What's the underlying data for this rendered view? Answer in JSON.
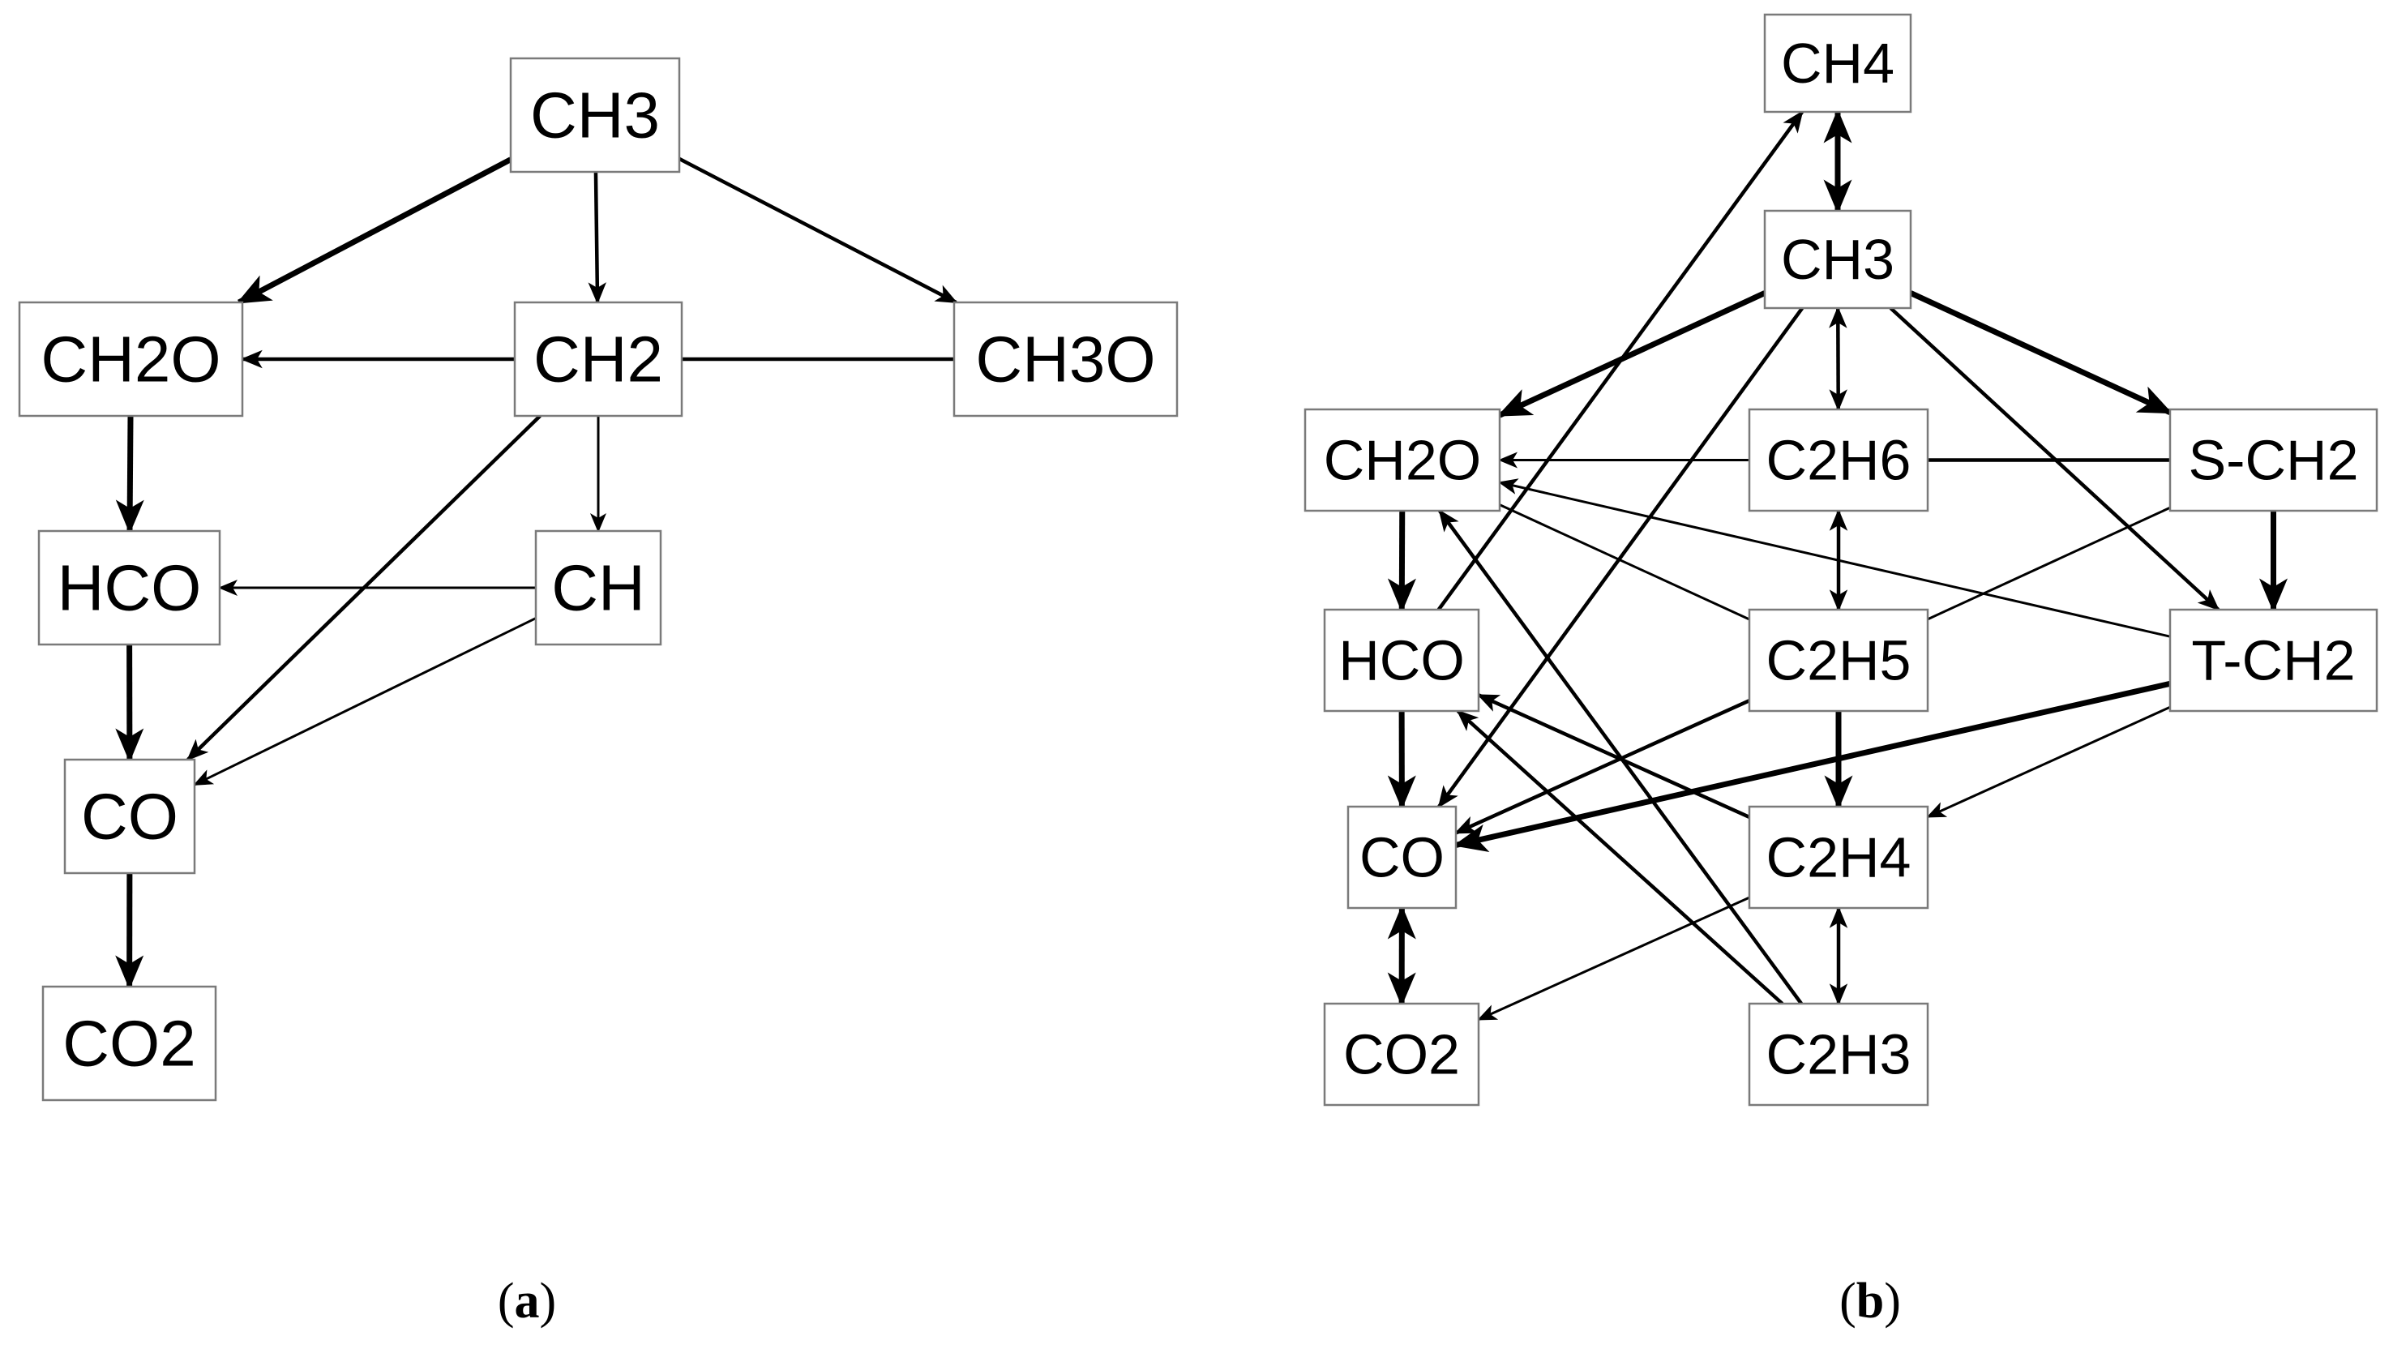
{
  "diagram_a": {
    "caption_letter": "a",
    "nodes": [
      {
        "id": "a_CH3",
        "label": "CH3"
      },
      {
        "id": "a_CH2O",
        "label": "CH2O"
      },
      {
        "id": "a_CH2",
        "label": "CH2"
      },
      {
        "id": "a_CH3O",
        "label": "CH3O"
      },
      {
        "id": "a_HCO",
        "label": "HCO"
      },
      {
        "id": "a_CH",
        "label": "CH"
      },
      {
        "id": "a_CO",
        "label": "CO"
      },
      {
        "id": "a_CO2",
        "label": "CO2"
      }
    ],
    "edges": [
      {
        "from": "a_CH3",
        "to": "a_CH2O",
        "weight": "heavy"
      },
      {
        "from": "a_CH3",
        "to": "a_CH2",
        "weight": "medium"
      },
      {
        "from": "a_CH3",
        "to": "a_CH3O",
        "weight": "medium"
      },
      {
        "from": "a_CH2",
        "to": "a_CH2O",
        "weight": "medium"
      },
      {
        "from": "a_CH3O",
        "to": "a_CH2",
        "weight": "medium",
        "arrow": false
      },
      {
        "from": "a_CH2",
        "to": "a_CH",
        "weight": "thin"
      },
      {
        "from": "a_CH2",
        "to": "a_CO",
        "weight": "medium"
      },
      {
        "from": "a_CH2O",
        "to": "a_HCO",
        "weight": "heavy"
      },
      {
        "from": "a_CH",
        "to": "a_HCO",
        "weight": "thin"
      },
      {
        "from": "a_CH",
        "to": "a_CO",
        "weight": "thin"
      },
      {
        "from": "a_HCO",
        "to": "a_CO",
        "weight": "heavy"
      },
      {
        "from": "a_CO",
        "to": "a_CO2",
        "weight": "heavy"
      }
    ]
  },
  "diagram_b": {
    "caption_letter": "b",
    "nodes": [
      {
        "id": "b_CH4",
        "label": "CH4"
      },
      {
        "id": "b_CH3",
        "label": "CH3"
      },
      {
        "id": "b_CH2O",
        "label": "CH2O"
      },
      {
        "id": "b_C2H6",
        "label": "C2H6"
      },
      {
        "id": "b_SCH2",
        "label": "S-CH2"
      },
      {
        "id": "b_HCO",
        "label": "HCO"
      },
      {
        "id": "b_C2H5",
        "label": "C2H5"
      },
      {
        "id": "b_TCH2",
        "label": "T-CH2"
      },
      {
        "id": "b_CO",
        "label": "CO"
      },
      {
        "id": "b_C2H4",
        "label": "C2H4"
      },
      {
        "id": "b_CO2",
        "label": "CO2"
      },
      {
        "id": "b_C2H3",
        "label": "C2H3"
      }
    ],
    "edges": [
      {
        "from": "b_CH4",
        "to": "b_CH3",
        "weight": "heavy",
        "both": true
      },
      {
        "from": "b_HCO",
        "to": "b_CH4",
        "weight": "medium"
      },
      {
        "from": "b_CH3",
        "to": "b_CH2O",
        "weight": "heavy"
      },
      {
        "from": "b_CH3",
        "to": "b_CO",
        "weight": "medium"
      },
      {
        "from": "b_CH3",
        "to": "b_C2H6",
        "weight": "medium",
        "both": true
      },
      {
        "from": "b_CH3",
        "to": "b_SCH2",
        "weight": "heavy"
      },
      {
        "from": "b_CH3",
        "to": "b_TCH2",
        "weight": "medium"
      },
      {
        "from": "b_C2H6",
        "to": "b_CH2O",
        "weight": "thin"
      },
      {
        "from": "b_SCH2",
        "to": "b_C2H6",
        "weight": "medium",
        "arrow": false
      },
      {
        "from": "b_C2H6",
        "to": "b_C2H5",
        "weight": "medium",
        "both": true
      },
      {
        "from": "b_SCH2",
        "to": "b_TCH2",
        "weight": "heavy"
      },
      {
        "from": "b_SCH2",
        "to": "b_C2H5",
        "weight": "thin",
        "arrow": false
      },
      {
        "from": "b_CH2O",
        "to": "b_HCO",
        "weight": "heavy"
      },
      {
        "from": "b_CH2O",
        "to": "b_C2H5",
        "weight": "thin",
        "arrow": false
      },
      {
        "from": "b_TCH2",
        "to": "b_CH2O",
        "weight": "thin"
      },
      {
        "from": "b_C2H3",
        "to": "b_CH2O",
        "weight": "medium"
      },
      {
        "from": "b_HCO",
        "to": "b_CO",
        "weight": "heavy"
      },
      {
        "from": "b_C2H5",
        "to": "b_CO",
        "weight": "medium"
      },
      {
        "from": "b_TCH2",
        "to": "b_CO",
        "weight": "heavy"
      },
      {
        "from": "b_TCH2",
        "to": "b_C2H4",
        "weight": "thin"
      },
      {
        "from": "b_C2H5",
        "to": "b_C2H4",
        "weight": "heavy"
      },
      {
        "from": "b_C2H4",
        "to": "b_HCO",
        "weight": "medium"
      },
      {
        "from": "b_C2H3",
        "to": "b_HCO",
        "weight": "medium"
      },
      {
        "from": "b_C2H4",
        "to": "b_CO2",
        "weight": "thin"
      },
      {
        "from": "b_C2H4",
        "to": "b_C2H3",
        "weight": "medium",
        "both": true
      },
      {
        "from": "b_CO",
        "to": "b_CO2",
        "weight": "heavy",
        "both": true
      }
    ]
  }
}
